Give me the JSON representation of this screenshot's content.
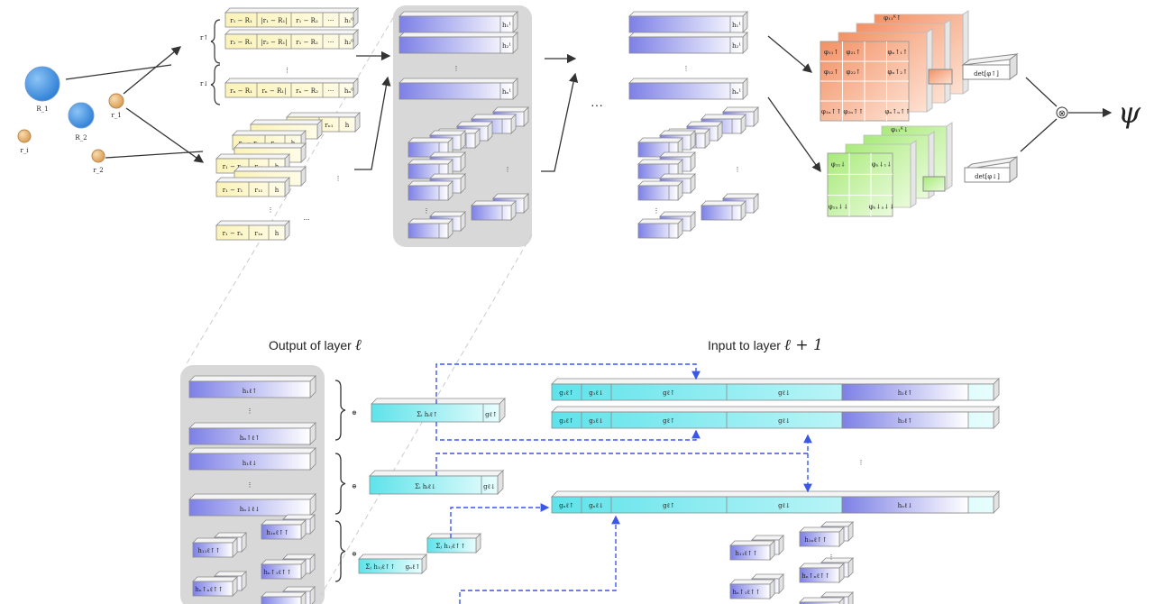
{
  "top": {
    "nuclei": [
      "R_1",
      "R_2"
    ],
    "electrons": [
      "r_1",
      "r_2",
      "r_i"
    ],
    "spin_up_label": "r↑",
    "spin_down_label": "r↓",
    "single_rows": [
      [
        "r₁ − R₁",
        "|r₁ − R₁|",
        "r₁ − R₂",
        "···",
        "h₁⁰"
      ],
      [
        "r₂ − R₁",
        "|r₂ − R₁|",
        "r₁ − R₂",
        "···",
        "h₂⁰"
      ],
      [
        "rₙ − R₁",
        "rₙ − R₁|",
        "rₙ − R₂",
        "···",
        "hₙ⁰"
      ]
    ],
    "pair_rows": [
      [
        "rₙ − r₁",
        "rₙ₁",
        "h"
      ],
      [
        "r₂ − r₁",
        "r₂₁",
        "h"
      ],
      [
        "r₁ − r₂",
        "r₁₂",
        "h"
      ],
      [
        "r₁ − r₁",
        "r₁₁",
        "h"
      ],
      [
        "r₁ − rₙ",
        "r₁ₙ",
        "h"
      ]
    ],
    "layer_stream_labels": [
      "h₁¹",
      "h₂¹",
      "hₙ¹"
    ],
    "ellipsis": "···",
    "det_up": "det[φ↑]",
    "det_down": "det[φ↓]",
    "psi": "ψ",
    "otimes": "⊗",
    "up_matrix": [
      "φ₁₁↑",
      "φ₂₁↑",
      "φₙ↑₁↑",
      "φ₁₂↑",
      "φ₂₂↑",
      "φₙ↑₂↑",
      "φ₁ₙ↑↑",
      "φ₂ₙ↑↑",
      "φₙ↑ₙ↑↑"
    ],
    "up_matrix_back": "φ₁₁ᴷ↑",
    "down_matrix": [
      "φ₁₁↓",
      "φₙ↓₁↓",
      "φ₁ₙ↓↓",
      "φₙ↓ₙ↓↓"
    ],
    "down_matrix_back": "φ₁₁ᴷ↓"
  },
  "bottom": {
    "title_left": "Output of layer",
    "title_left_sym": "ℓ",
    "title_right": "Input to layer",
    "title_right_sym": "ℓ + 1",
    "output_rows": [
      "h₁ℓ↑",
      "hₙ↑ℓ↑",
      "h₁ℓ↓",
      "hₙ↓ℓ↓"
    ],
    "oplus": "⊕",
    "sum_up": "Σᵢ hᵢℓ↑",
    "sum_up_tag": "gℓ↑",
    "sum_down": "Σᵢ hᵢℓ↓",
    "sum_down_tag": "gℓ↓",
    "pair_out": [
      "h₁ₙℓ↑↑",
      "h₁₁ℓ↑↑",
      "hₙ↑₁ℓ↑↑",
      "hₙ↑ₙℓ↑↑"
    ],
    "pair_sum": "Σⱼ h₁ⱼℓ↑↑",
    "pair_sum_tag": "gₙℓ↑",
    "input_rows": [
      [
        "g₁ℓ↑",
        "g₁ℓ↓",
        "gℓ↑",
        "gℓ↓",
        "h₁ℓ↑"
      ],
      [
        "g₂ℓ↑",
        "g₂ℓ↓",
        "gℓ↑",
        "gℓ↓",
        "h₂ℓ↑"
      ],
      [
        "gₙℓ↑",
        "gₙℓ↓",
        "gℓ↑",
        "gℓ↓",
        "hₙℓ↓"
      ]
    ],
    "input_pairs": [
      "h₁ₙℓ↑↑",
      "h₁₁ℓ↑↑",
      "hₙ↑ₙℓ↑↑",
      "hₙ↑₁ℓ↑↑"
    ]
  },
  "colors": {
    "blue_box": "#8b8fe8",
    "cyan_box": "#6fe6ec",
    "yellow_box": "#fbf5c4",
    "orange_box": "#f5a27a",
    "green_box": "#b9ee8f",
    "panel": "#d6d6d6",
    "nucleus": "#3d8fe0",
    "electron": "#e9b471",
    "dash": "#3b57e8"
  }
}
